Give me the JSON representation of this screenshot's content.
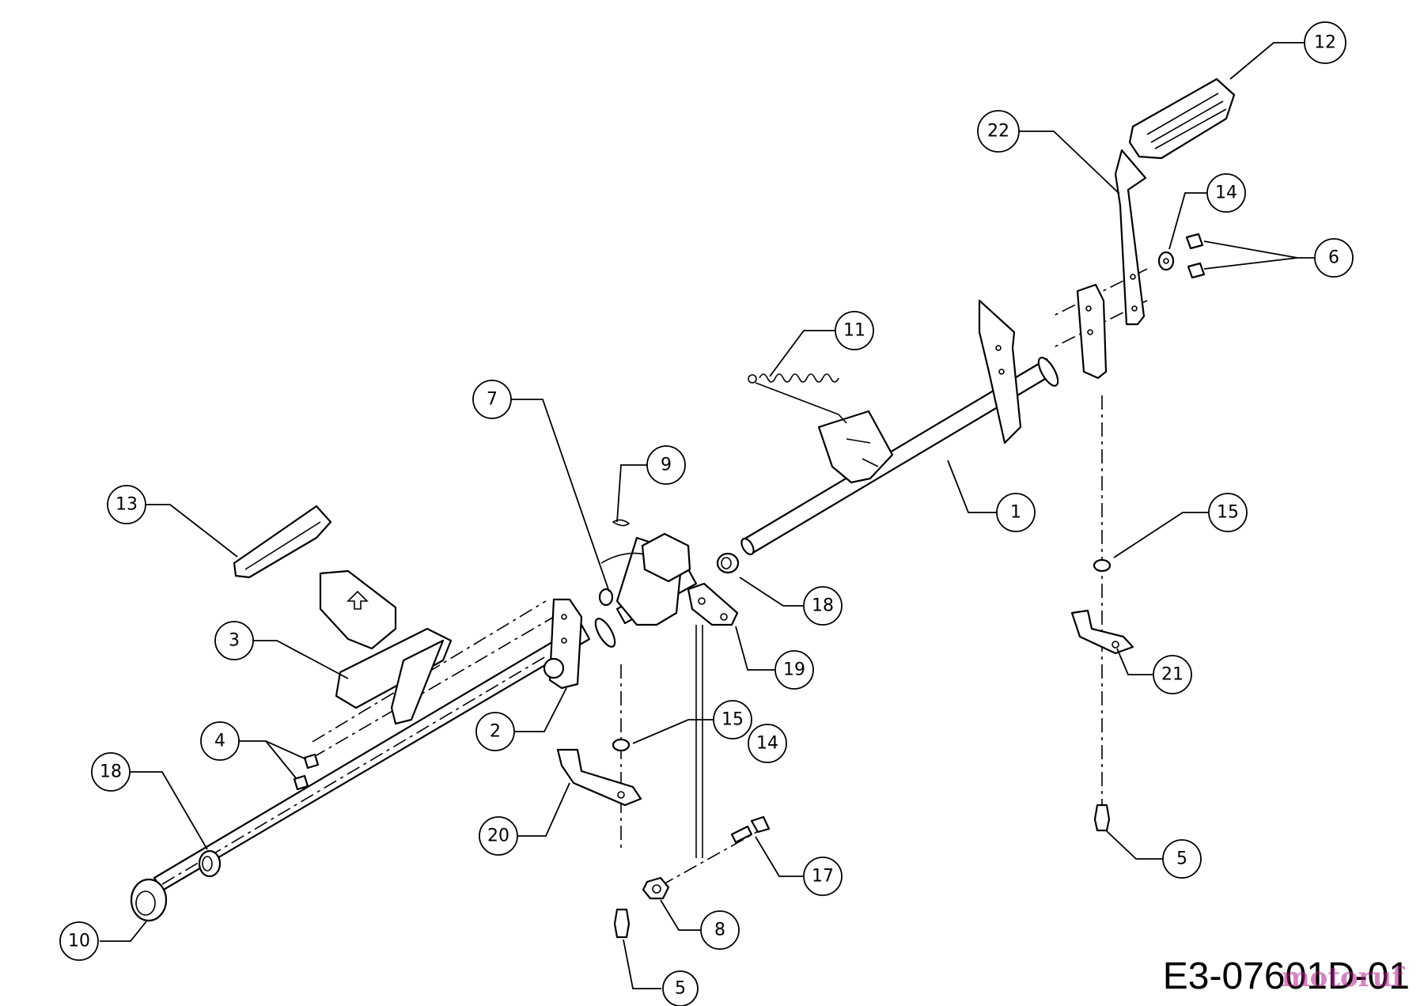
{
  "drawing_code": "E3-07601D-01",
  "watermark": "motoruf",
  "callouts": [
    {
      "id": "c12",
      "label": "12"
    },
    {
      "id": "c22",
      "label": "22"
    },
    {
      "id": "c14a",
      "label": "14"
    },
    {
      "id": "c6",
      "label": "6"
    },
    {
      "id": "c11",
      "label": "11"
    },
    {
      "id": "c7",
      "label": "7"
    },
    {
      "id": "c9",
      "label": "9"
    },
    {
      "id": "c1",
      "label": "1"
    },
    {
      "id": "c13",
      "label": "13"
    },
    {
      "id": "c15a",
      "label": "15"
    },
    {
      "id": "c18a",
      "label": "18"
    },
    {
      "id": "c3",
      "label": "3"
    },
    {
      "id": "c19",
      "label": "19"
    },
    {
      "id": "c21",
      "label": "21"
    },
    {
      "id": "c4",
      "label": "4"
    },
    {
      "id": "c2",
      "label": "2"
    },
    {
      "id": "c15b",
      "label": "15"
    },
    {
      "id": "c14b",
      "label": "14"
    },
    {
      "id": "c18b",
      "label": "18"
    },
    {
      "id": "c20",
      "label": "20"
    },
    {
      "id": "c17",
      "label": "17"
    },
    {
      "id": "c5a",
      "label": "5"
    },
    {
      "id": "c10",
      "label": "10"
    },
    {
      "id": "c8",
      "label": "8"
    },
    {
      "id": "c5b",
      "label": "5"
    }
  ]
}
